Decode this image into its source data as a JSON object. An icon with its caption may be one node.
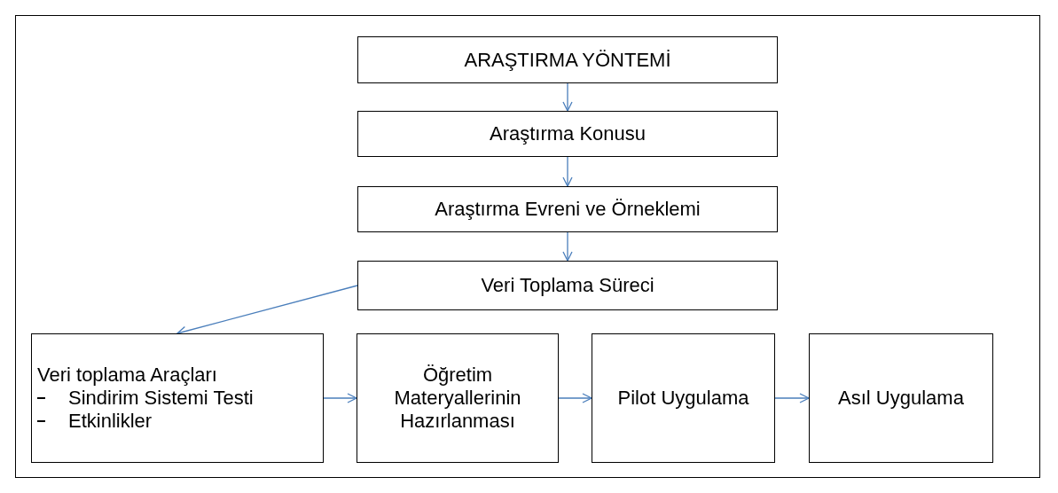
{
  "diagram": {
    "nodes": [
      {
        "text": [
          "ARAŞTIRMA YÖNTEMİ"
        ]
      },
      {
        "text": [
          "Araştırma Konusu"
        ]
      },
      {
        "text": [
          "Araştırma Evreni ve Örneklemi"
        ]
      },
      {
        "text": [
          "Veri Toplama Süreci"
        ]
      },
      {
        "text": [
          "Veri toplama Araçları",
          "Sindirim Sistemi Testi",
          "Etkinlikler"
        ]
      },
      {
        "text": [
          "Öğretim Materyallerinin Hazırlanması"
        ]
      },
      {
        "text": [
          "Pilot Uygulama"
        ]
      },
      {
        "text": [
          "Asıl Uygulama"
        ]
      }
    ],
    "edges": [
      {
        "from": 0,
        "to": 1,
        "arrow": "to"
      },
      {
        "from": 1,
        "to": 2,
        "arrow": "to"
      },
      {
        "from": 2,
        "to": 3,
        "arrow": "to"
      },
      {
        "from": 3,
        "to": 4,
        "arrow": "to"
      },
      {
        "from": 4,
        "to": 5,
        "arrow": "to"
      },
      {
        "from": 5,
        "to": 6,
        "arrow": "to"
      },
      {
        "from": 6,
        "to": 7,
        "arrow": "to"
      }
    ]
  }
}
